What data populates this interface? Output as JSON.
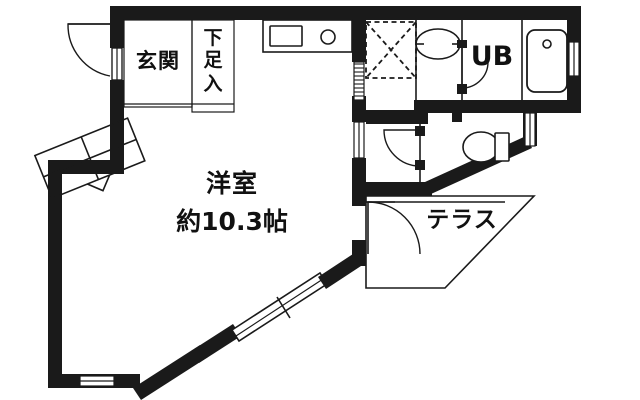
{
  "plan": {
    "title": "間取り図",
    "background_color": "#ffffff",
    "wall_color": "#1a1a1a",
    "line_color": "#1a1a1a",
    "rooms": [
      {
        "id": "genkan",
        "label": "玄関",
        "type": "entrance"
      },
      {
        "id": "shoebox",
        "label": "下足入",
        "type": "shoe-cabinet"
      },
      {
        "id": "main",
        "label": "洋室",
        "type": "western-room"
      },
      {
        "id": "main_area",
        "label": "約10.3帖",
        "type": "area"
      },
      {
        "id": "ub",
        "label": "UB",
        "type": "unit-bath"
      },
      {
        "id": "terrace",
        "label": "テラス",
        "type": "terrace"
      }
    ],
    "fixtures": [
      {
        "id": "sink",
        "name": "kitchen-sink"
      },
      {
        "id": "stove",
        "name": "stove-burner"
      },
      {
        "id": "washer",
        "name": "washing-machine-space"
      },
      {
        "id": "washbasin",
        "name": "wash-basin"
      },
      {
        "id": "bathtub",
        "name": "bathtub"
      },
      {
        "id": "toilet",
        "name": "toilet"
      },
      {
        "id": "bay-window",
        "name": "bay-window"
      }
    ]
  }
}
